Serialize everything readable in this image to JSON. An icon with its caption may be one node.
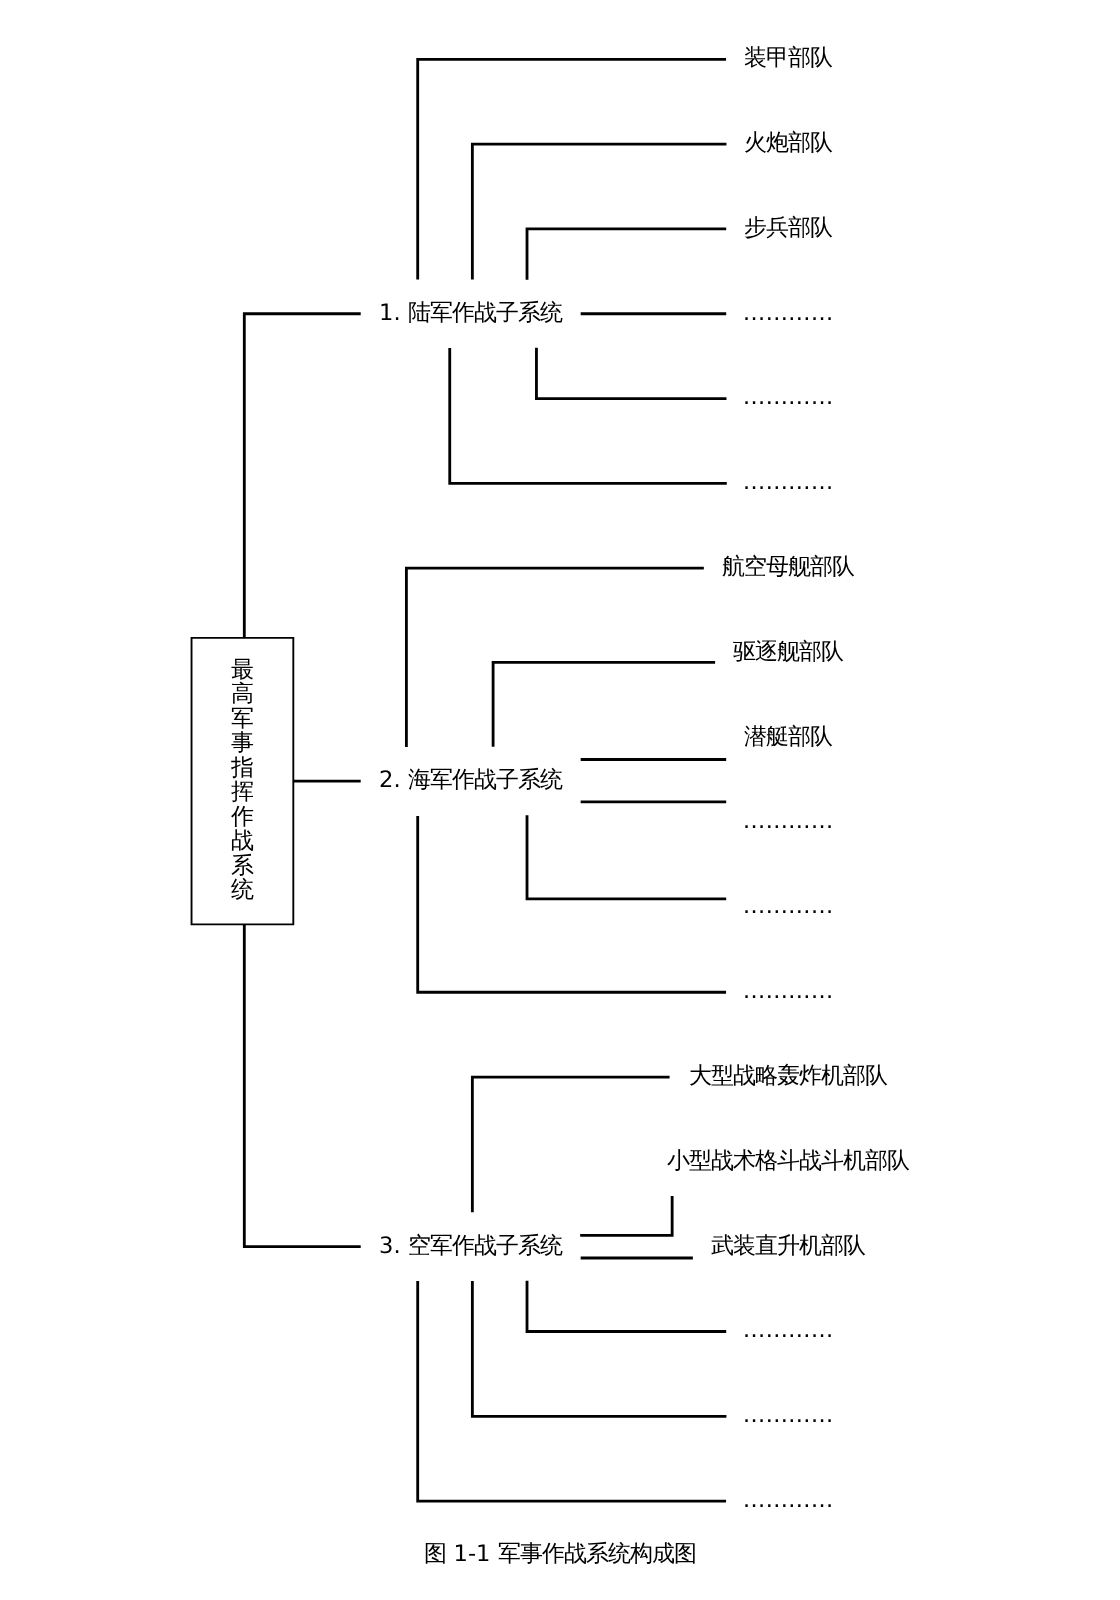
{
  "diagram": {
    "caption": "图 1-1 军事作战系统构成图",
    "nodes": [
      {
        "text": [
          "最高军事指挥作战系统"
        ]
      },
      {
        "text": [
          "1. 陆军作战子系统"
        ]
      },
      {
        "text": [
          "装甲部队"
        ]
      },
      {
        "text": [
          "火炮部队"
        ]
      },
      {
        "text": [
          "步兵部队"
        ]
      },
      {
        "text": [
          "…………"
        ]
      },
      {
        "text": [
          "…………"
        ]
      },
      {
        "text": [
          "…………"
        ]
      },
      {
        "text": [
          "2. 海军作战子系统"
        ]
      },
      {
        "text": [
          "航空母舰部队"
        ]
      },
      {
        "text": [
          "驱逐舰部队"
        ]
      },
      {
        "text": [
          "潜艇部队"
        ]
      },
      {
        "text": [
          "…………"
        ]
      },
      {
        "text": [
          "…………"
        ]
      },
      {
        "text": [
          "…………"
        ]
      },
      {
        "text": [
          "3. 空军作战子系统"
        ]
      },
      {
        "text": [
          "大型战略轰炸机部队"
        ]
      },
      {
        "text": [
          "小型战术格斗战斗机部队"
        ]
      },
      {
        "text": [
          "武装直升机部队"
        ]
      },
      {
        "text": [
          "…………"
        ]
      },
      {
        "text": [
          "…………"
        ]
      },
      {
        "text": [
          "…………"
        ]
      }
    ],
    "edges": [
      {
        "from": 0,
        "to": 1,
        "arrow": "none"
      },
      {
        "from": 0,
        "to": 8,
        "arrow": "none"
      },
      {
        "from": 0,
        "to": 15,
        "arrow": "none"
      },
      {
        "from": 1,
        "to": 2,
        "arrow": "none"
      },
      {
        "from": 1,
        "to": 3,
        "arrow": "none"
      },
      {
        "from": 1,
        "to": 4,
        "arrow": "none"
      },
      {
        "from": 1,
        "to": 5,
        "arrow": "none"
      },
      {
        "from": 1,
        "to": 6,
        "arrow": "none"
      },
      {
        "from": 1,
        "to": 7,
        "arrow": "none"
      },
      {
        "from": 8,
        "to": 9,
        "arrow": "none"
      },
      {
        "from": 8,
        "to": 10,
        "arrow": "none"
      },
      {
        "from": 8,
        "to": 11,
        "arrow": "none"
      },
      {
        "from": 8,
        "to": 12,
        "arrow": "none"
      },
      {
        "from": 8,
        "to": 13,
        "arrow": "none"
      },
      {
        "from": 8,
        "to": 14,
        "arrow": "none"
      },
      {
        "from": 15,
        "to": 16,
        "arrow": "none"
      },
      {
        "from": 15,
        "to": 17,
        "arrow": "none"
      },
      {
        "from": 15,
        "to": 18,
        "arrow": "none"
      },
      {
        "from": 15,
        "to": 19,
        "arrow": "none"
      },
      {
        "from": 15,
        "to": 20,
        "arrow": "none"
      },
      {
        "from": 15,
        "to": 21,
        "arrow": "none"
      }
    ]
  }
}
